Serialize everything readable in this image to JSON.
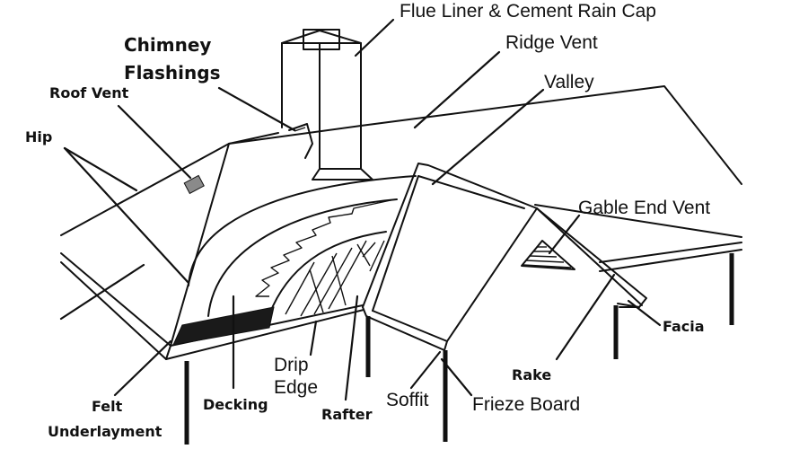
{
  "labels": {
    "flue_liner": "Flue Liner & Cement Rain Cap",
    "chimney_flashings_1": "Chimney",
    "chimney_flashings_2": "Flashings",
    "ridge_vent": "Ridge Vent",
    "valley": "Valley",
    "roof_vent": "Roof Vent",
    "hip": "Hip",
    "gable_end_vent": "Gable End Vent",
    "facia": "Facia",
    "rake": "Rake",
    "drip_edge_1": "Drip",
    "drip_edge_2": "Edge",
    "decking": "Decking",
    "rafter": "Rafter",
    "soffit": "Soffit",
    "frieze_board": "Frieze Board",
    "felt_1": "Felt",
    "felt_2": "Underlayment"
  },
  "colors": {
    "line": "#111111",
    "roof_vent_fill": "#8a8a8a",
    "underlayment_fill": "#1a1a1a",
    "background": "#ffffff"
  }
}
